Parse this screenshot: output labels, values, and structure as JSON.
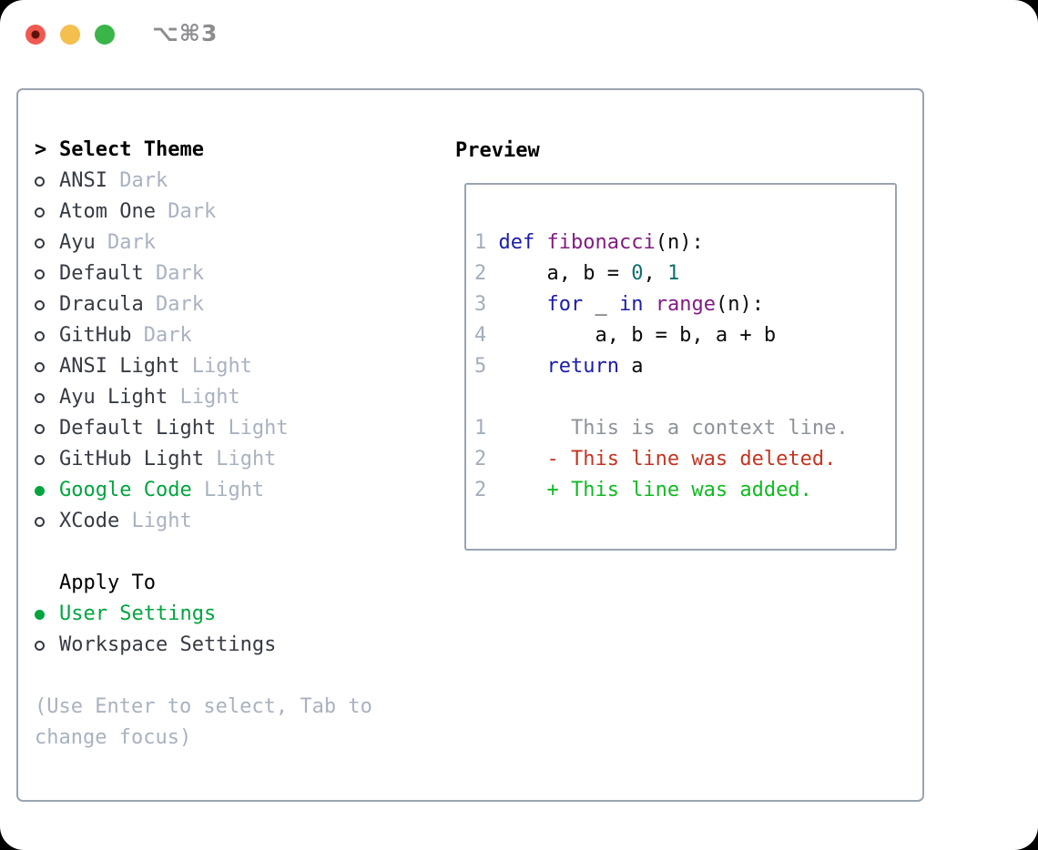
{
  "titlebar": {
    "title": "⌥⌘3",
    "buttons": [
      "close",
      "minimize",
      "zoom"
    ]
  },
  "theme_panel": {
    "header": {
      "prompt": ">",
      "label": "Select Theme"
    },
    "themes": [
      {
        "name": "ANSI",
        "variant": "Dark",
        "selected": false
      },
      {
        "name": "Atom One",
        "variant": "Dark",
        "selected": false
      },
      {
        "name": "Ayu",
        "variant": "Dark",
        "selected": false
      },
      {
        "name": "Default",
        "variant": "Dark",
        "selected": false
      },
      {
        "name": "Dracula",
        "variant": "Dark",
        "selected": false
      },
      {
        "name": "GitHub",
        "variant": "Dark",
        "selected": false
      },
      {
        "name": "ANSI Light",
        "variant": "Light",
        "selected": false
      },
      {
        "name": "Ayu Light",
        "variant": "Light",
        "selected": false
      },
      {
        "name": "Default Light",
        "variant": "Light",
        "selected": false
      },
      {
        "name": "GitHub Light",
        "variant": "Light",
        "selected": false
      },
      {
        "name": "Google Code",
        "variant": "Light",
        "selected": true
      },
      {
        "name": "XCode",
        "variant": "Light",
        "selected": false
      }
    ],
    "apply_to": {
      "label": "Apply To",
      "options": [
        {
          "name": "User Settings",
          "selected": true
        },
        {
          "name": "Workspace Settings",
          "selected": false
        }
      ]
    },
    "help_lines": [
      "(Use Enter to select, Tab to",
      "change focus)"
    ]
  },
  "preview": {
    "label": "Preview",
    "lines": [
      [
        {
          "t": "1",
          "s": "ln"
        },
        {
          "t": " ",
          "s": "pl"
        },
        {
          "t": "def",
          "s": "kw"
        },
        {
          "t": " ",
          "s": "pl"
        },
        {
          "t": "fibonacci",
          "s": "fn"
        },
        {
          "t": "(n):",
          "s": "pl"
        }
      ],
      [
        {
          "t": "2",
          "s": "ln"
        },
        {
          "t": "     a, b = ",
          "s": "pl"
        },
        {
          "t": "0",
          "s": "lit"
        },
        {
          "t": ", ",
          "s": "pl"
        },
        {
          "t": "1",
          "s": "lit"
        }
      ],
      [
        {
          "t": "3",
          "s": "ln"
        },
        {
          "t": "     ",
          "s": "pl"
        },
        {
          "t": "for",
          "s": "kw"
        },
        {
          "t": " _ ",
          "s": "pl"
        },
        {
          "t": "in",
          "s": "kw"
        },
        {
          "t": " ",
          "s": "pl"
        },
        {
          "t": "range",
          "s": "fn"
        },
        {
          "t": "(n):",
          "s": "pl"
        }
      ],
      [
        {
          "t": "4",
          "s": "ln"
        },
        {
          "t": "         a, b = b, a + b",
          "s": "pl"
        }
      ],
      [
        {
          "t": "5",
          "s": "ln"
        },
        {
          "t": "     ",
          "s": "pl"
        },
        {
          "t": "return",
          "s": "kw"
        },
        {
          "t": " a",
          "s": "pl"
        }
      ],
      [],
      [
        {
          "t": "1",
          "s": "ln"
        },
        {
          "t": "       This is a context line.",
          "s": "ctx"
        }
      ],
      [
        {
          "t": "2",
          "s": "ln"
        },
        {
          "t": "     - This line was deleted.",
          "s": "del"
        }
      ],
      [
        {
          "t": "2",
          "s": "ln"
        },
        {
          "t": "     + This line was added.",
          "s": "add"
        }
      ]
    ],
    "token_legend": {
      "ln": "line-number",
      "pl": "plain",
      "kw": "keyword",
      "fn": "name",
      "lit": "literal",
      "ctx": "context",
      "del": "deleted",
      "add": "added"
    }
  },
  "colors": {
    "titlebar_text": "#8d8d91",
    "traffic_red": "#f0594f",
    "traffic_red_dot": "#5c140a",
    "traffic_yellow": "#f5bf4e",
    "traffic_green": "#3ab54a",
    "panel_border": "#9aa4b0",
    "header_text": "#000000",
    "item_text": "#363b44",
    "dim_text": "#a9b2c0",
    "help_text": "#a9b2c0",
    "selected_green": "#00a53f",
    "syntax": {
      "line_number": "#a3adbb",
      "plain": "#0b0b0b",
      "keyword": "#1c1caa",
      "name": "#821c82",
      "literal": "#0d6e6e",
      "context": "#8d939b",
      "deleted": "#c43522",
      "added": "#10ba21"
    }
  }
}
